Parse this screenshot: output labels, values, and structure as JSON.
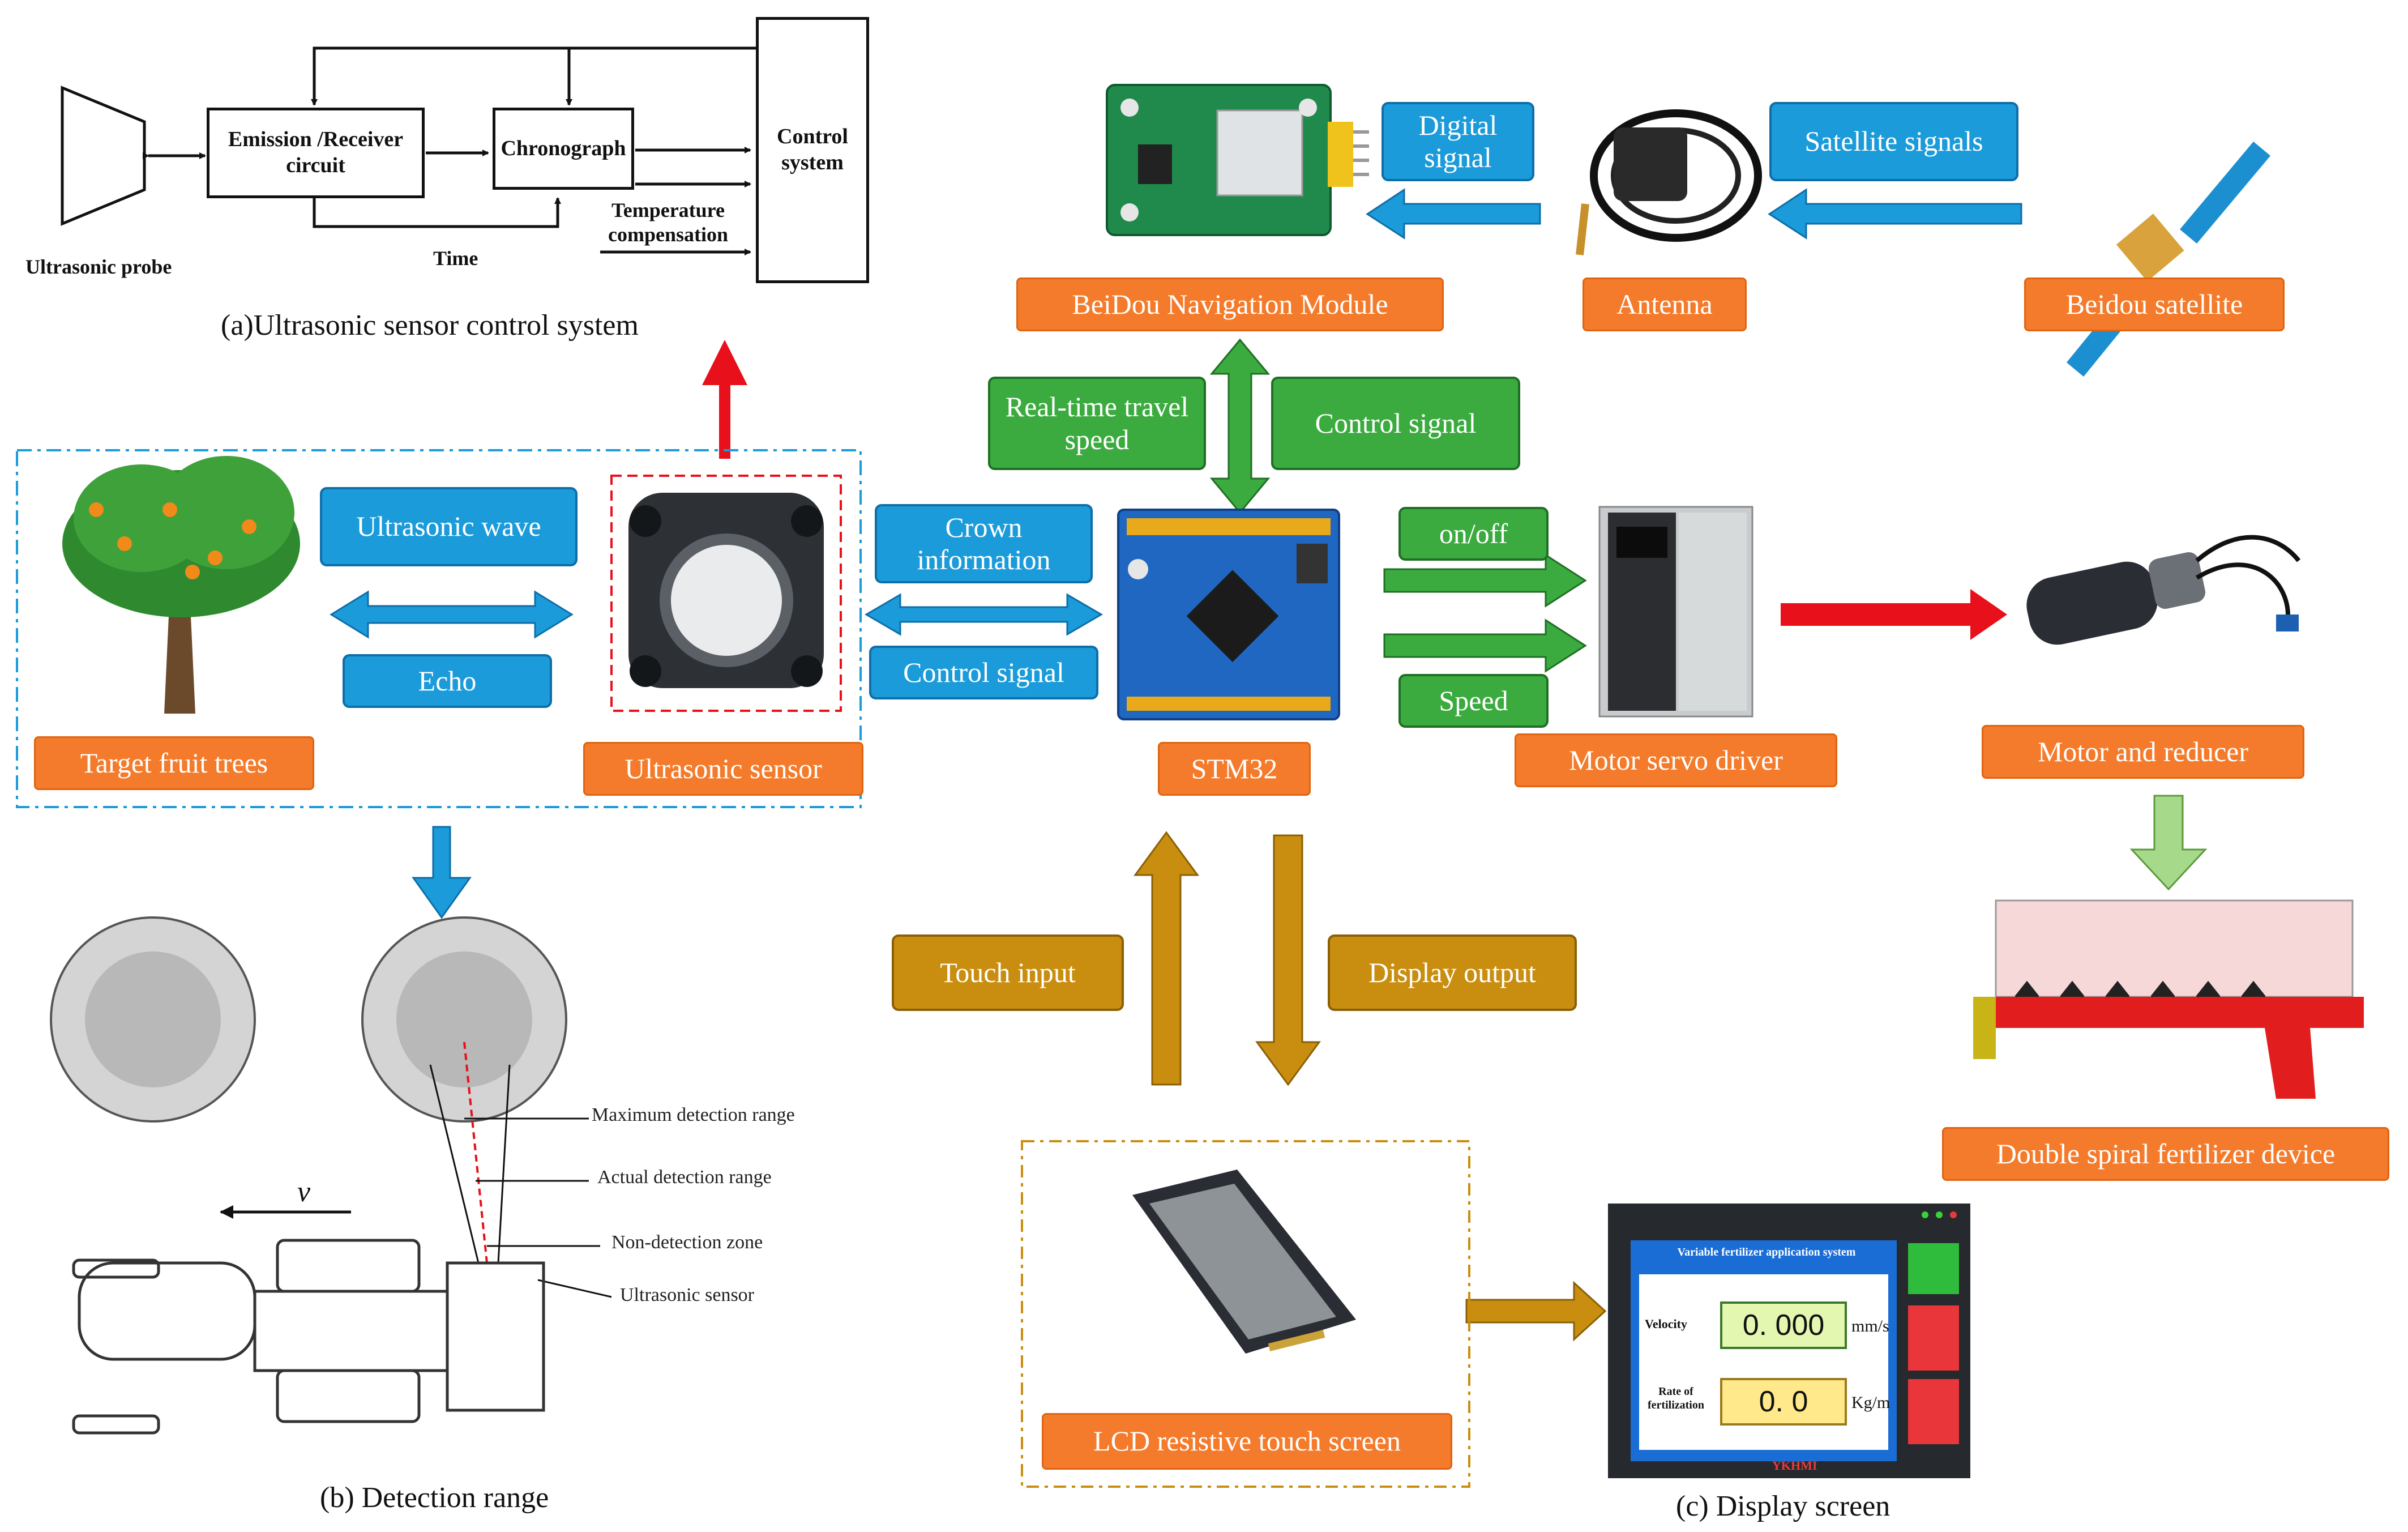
{
  "panel_a": {
    "blocks": {
      "emission": "Emission /Receiver circuit",
      "chronograph": "Chronograph",
      "control": "Control system"
    },
    "labels": {
      "probe": "Ultrasonic probe",
      "time": "Time",
      "temperature": "Temperature compensation"
    },
    "caption": "(a)Ultrasonic sensor control system"
  },
  "beidou": {
    "module": "BeiDou Navigation Module",
    "antenna": "Antenna",
    "satellite": "Beidou satellite",
    "digital_signal": "Digital signal",
    "satellite_signals": "Satellite signals"
  },
  "stm32": {
    "label": "STM32",
    "realtime_speed": "Real-time travel speed",
    "control_signal_top": "Control signal",
    "crown_info": "Crown information",
    "control_signal_left": "Control signal",
    "on_off": "on/off",
    "speed": "Speed"
  },
  "sensor_group": {
    "tree": "Target fruit trees",
    "sensor": "Ultrasonic sensor",
    "ultrasonic_wave": "Ultrasonic wave",
    "echo": "Echo"
  },
  "motor": {
    "servo": "Motor servo driver",
    "reducer": "Motor and reducer",
    "fertilizer": "Double spiral fertilizer device"
  },
  "display": {
    "touch_input": "Touch input",
    "display_output": "Display output",
    "lcd": "LCD resistive touch screen",
    "caption": "(c) Display screen",
    "screen_title": "Variable fertilizer application system",
    "velocity_label": "Velocity",
    "velocity_value": "0. 000",
    "velocity_unit": "mm/s",
    "rate_label": "Rate of fertilization",
    "rate_value": "0. 0",
    "rate_unit": "Kg/m",
    "brand": "YKHMI"
  },
  "panel_b": {
    "max_range": "Maximum detection range",
    "actual_range": "Actual detection range",
    "non_detection": "Non-detection zone",
    "sensor": "Ultrasonic sensor",
    "velocity_symbol": "v",
    "caption": "(b) Detection range"
  },
  "colors": {
    "orange": "#f47b2b",
    "blue": "#1b9bd9",
    "green": "#3bab3f",
    "gold": "#c98e10",
    "red": "#e8101a"
  }
}
